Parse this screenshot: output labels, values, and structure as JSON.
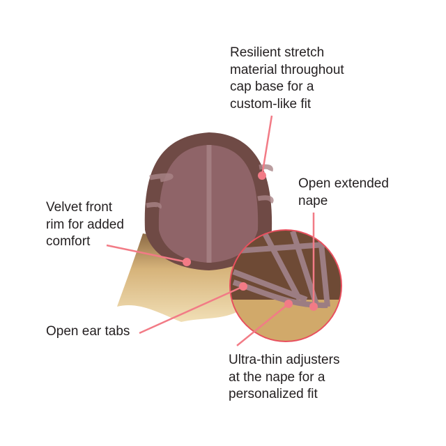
{
  "callouts": {
    "stretch": [
      "Resilient stretch",
      "material throughout",
      "cap base for a",
      "custom-like fit"
    ],
    "nape": [
      "Open extended",
      "nape"
    ],
    "velvet": [
      "Velvet front",
      "rim for added",
      "comfort"
    ],
    "ear_tabs": [
      "Open ear tabs"
    ],
    "adjusters": [
      "Ultra-thin adjusters",
      "at the nape for a",
      "personalized fit"
    ]
  },
  "colors": {
    "accent": "#f27b86",
    "cap": "#8a5d5f",
    "hair": "#d9b77a"
  }
}
